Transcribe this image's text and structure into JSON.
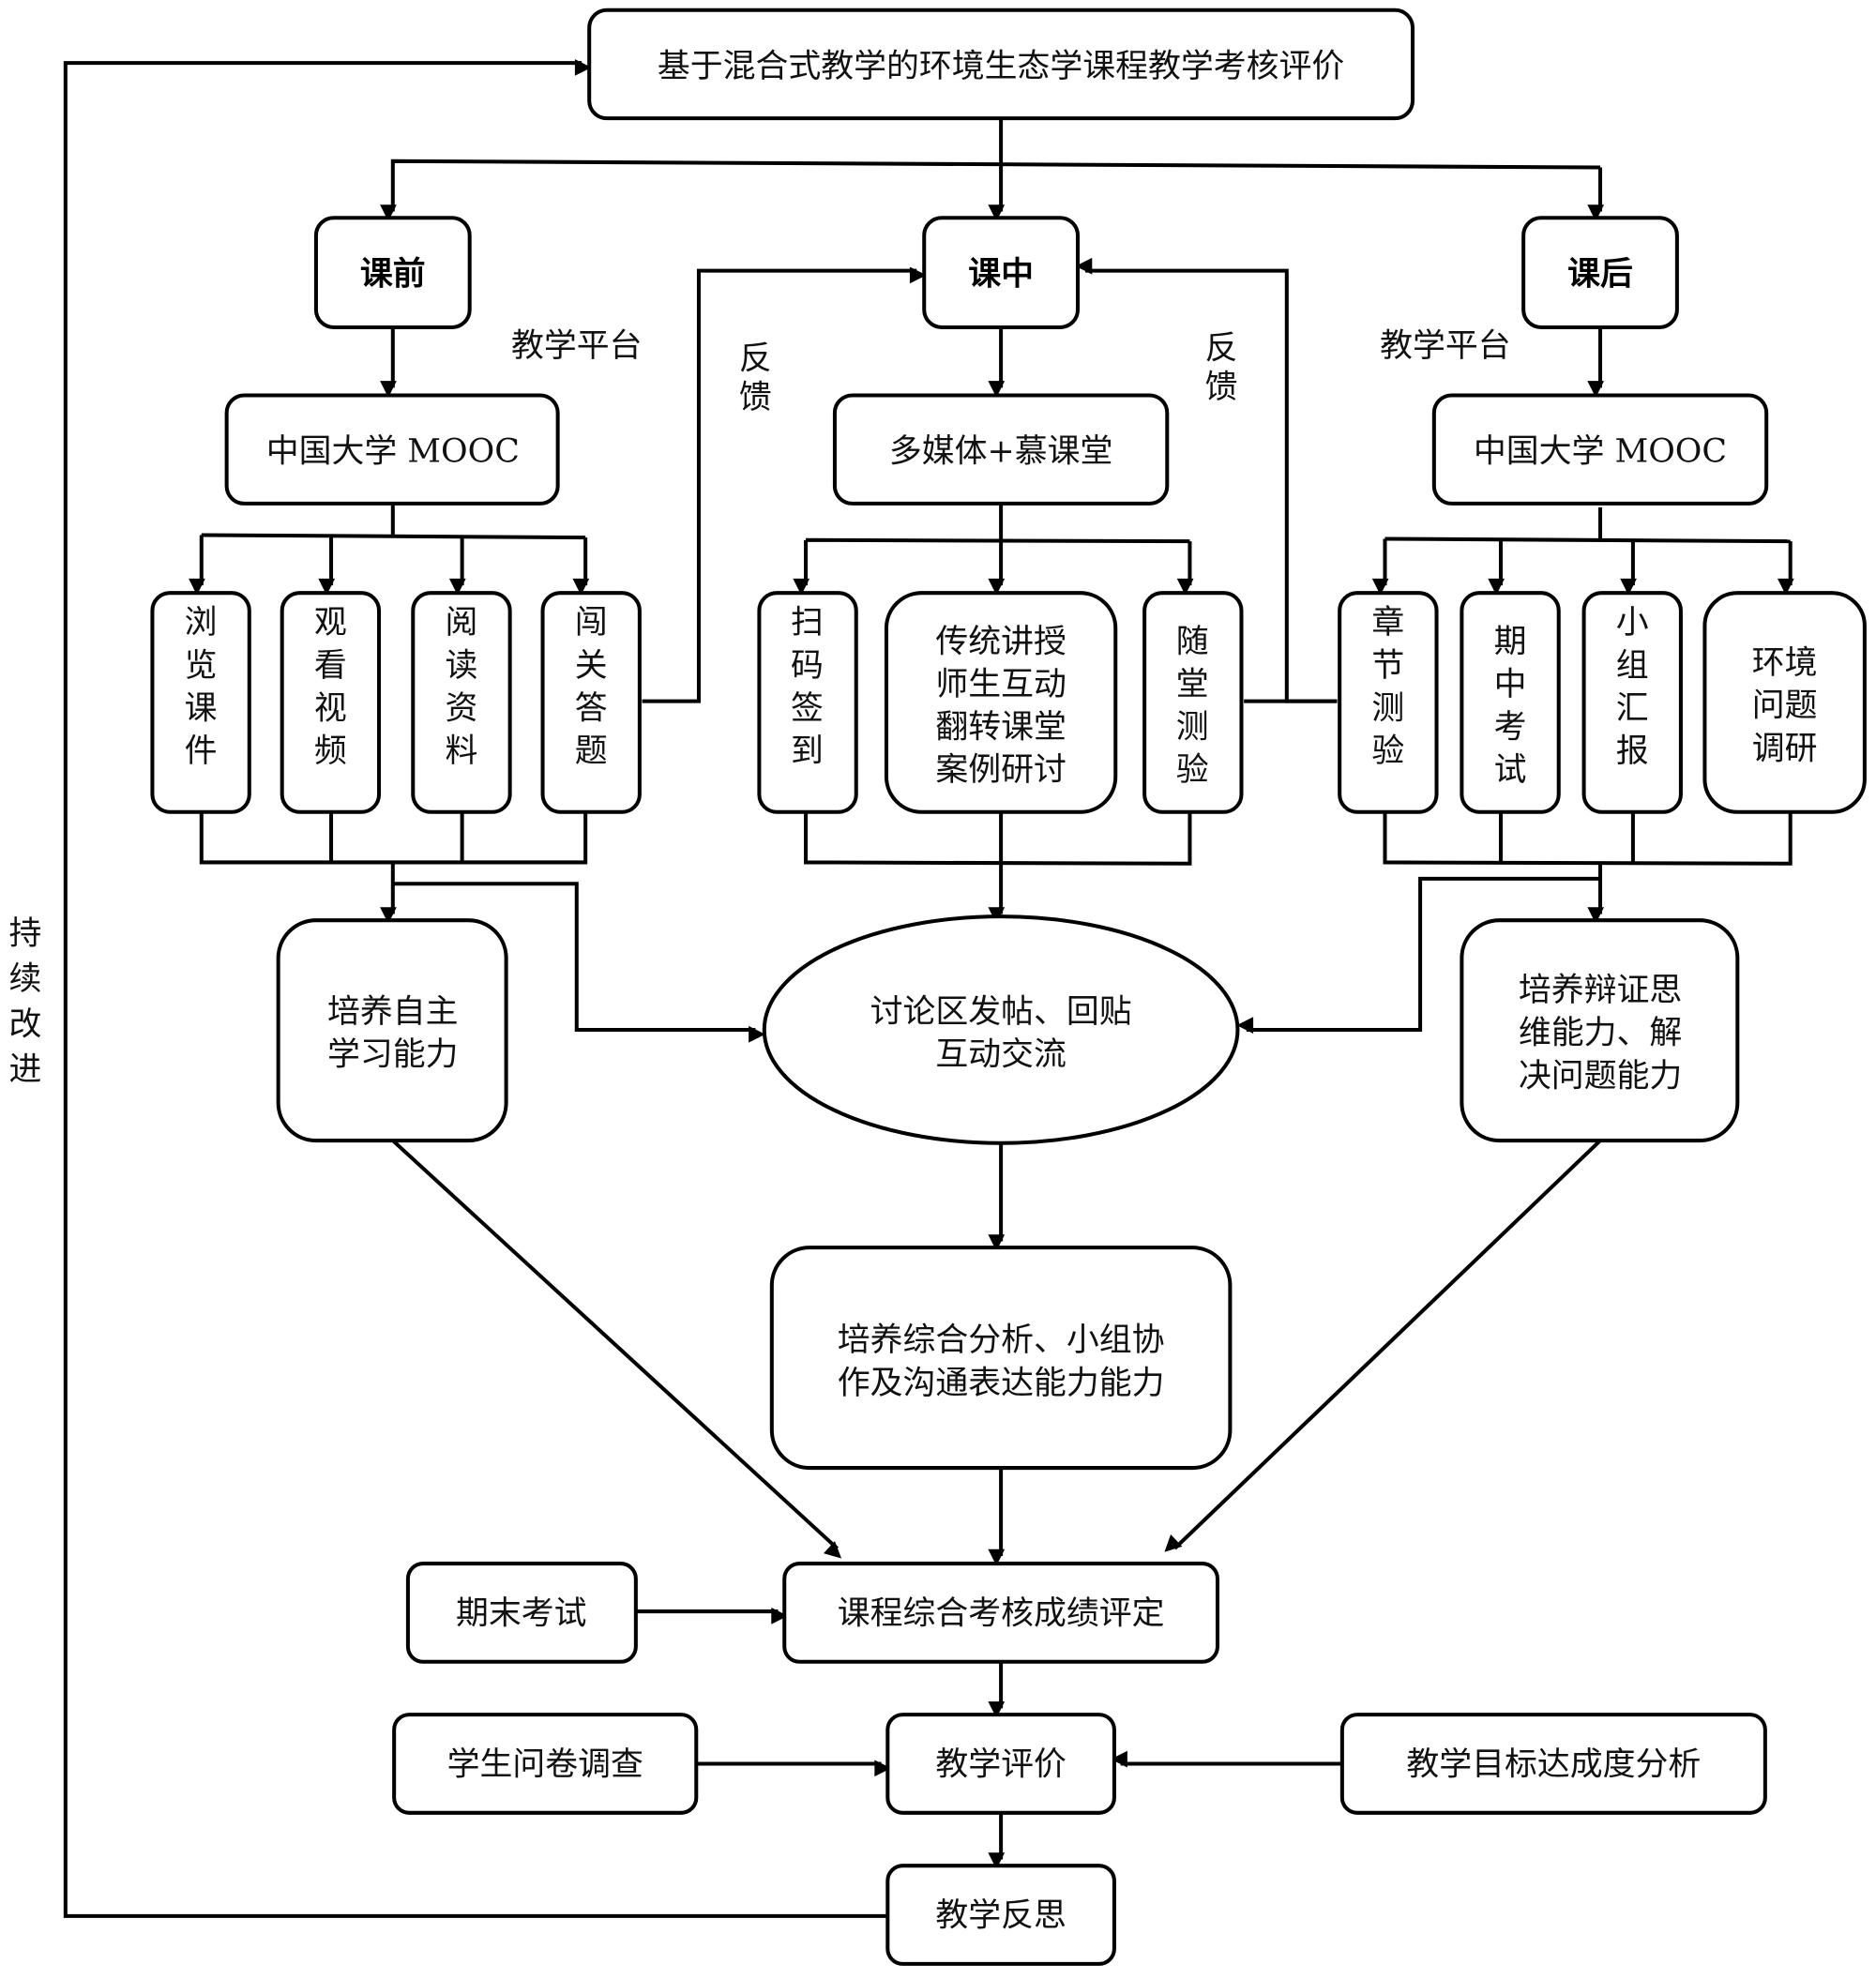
{
  "title": "基于混合式教学的环境生态学课程教学考核评价",
  "stages": {
    "pre": "课前",
    "in": "课中",
    "post": "课后"
  },
  "platform_label": "教学平台",
  "feedback_label": [
    "反",
    "馈"
  ],
  "improve_label": [
    "持",
    "续",
    "改",
    "进"
  ],
  "platforms": {
    "pre": "中国大学 MOOC",
    "in": "多媒体+慕课堂",
    "post": "中国大学 MOOC"
  },
  "pre_items": [
    [
      "浏",
      "览",
      "课",
      "件"
    ],
    [
      "观",
      "看",
      "视",
      "频"
    ],
    [
      "阅",
      "读",
      "资",
      "料"
    ],
    [
      "闯",
      "关",
      "答",
      "题"
    ]
  ],
  "in_items": {
    "scan": [
      "扫",
      "码",
      "签",
      "到"
    ],
    "teaching": [
      "传统讲授",
      "师生互动",
      "翻转课堂",
      "案例研讨"
    ],
    "quiz": [
      "随",
      "堂",
      "测",
      "验"
    ]
  },
  "post_items": [
    [
      "章",
      "节",
      "测",
      "验"
    ],
    [
      "期",
      "中",
      "考",
      "试"
    ],
    [
      "小",
      "组",
      "汇",
      "报"
    ],
    [
      "环境",
      "问题",
      "调研"
    ]
  ],
  "outcomes": {
    "self_learning": [
      "培养自主",
      "学习能力"
    ],
    "forum": [
      "讨论区发帖、回贴",
      "互动交流"
    ],
    "critical": [
      "培养辩证思",
      "维能力、解",
      "决问题能力"
    ],
    "comprehensive": [
      "培养综合分析、小组协",
      "作及沟通表达能力能力"
    ]
  },
  "final_exam": "期末考试",
  "grade": "课程综合考核成绩评定",
  "survey": "学生问卷调查",
  "evaluation": "教学评价",
  "goal_analysis": "教学目标达成度分析",
  "reflection": "教学反思"
}
